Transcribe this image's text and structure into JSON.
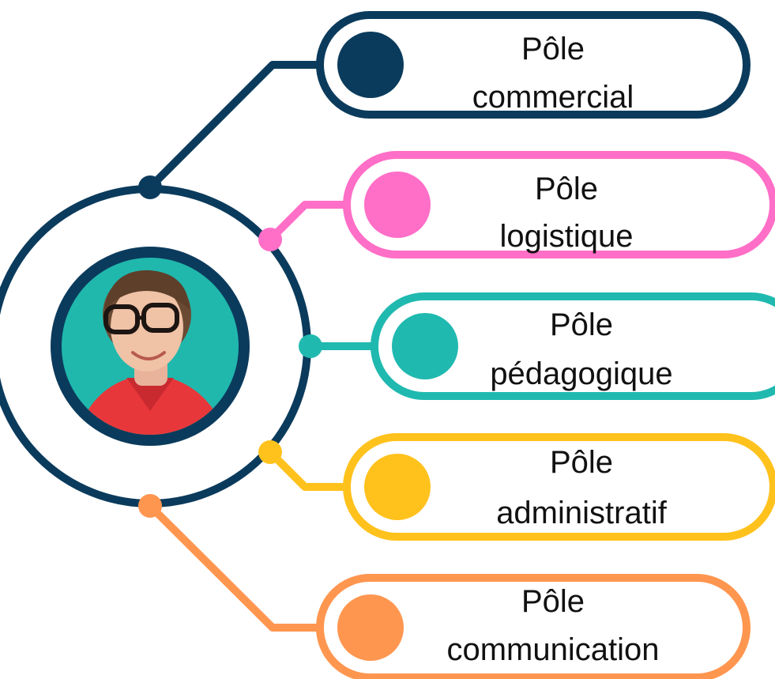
{
  "colors": {
    "navy": "#0b3b5c",
    "pink": "#ff6ec7",
    "teal": "#20b9b0",
    "yellow": "#ffc21d",
    "orange": "#ff9650",
    "photo_bg": "#20b8ad"
  },
  "center": {
    "image": "portrait-photo",
    "description_icon": "person-photo"
  },
  "poles": [
    {
      "id": "commercial",
      "line1": "Pôle",
      "line2": "commercial",
      "color": "#0b3b5c"
    },
    {
      "id": "logistique",
      "line1": "Pôle",
      "line2": "logistique",
      "color": "#ff6ec7"
    },
    {
      "id": "pedagogique",
      "line1": "Pôle",
      "line2": "pédagogique",
      "color": "#20b9b0"
    },
    {
      "id": "administratif",
      "line1": "Pôle",
      "line2": "administratif",
      "color": "#ffc21d"
    },
    {
      "id": "communication",
      "line1": "Pôle",
      "line2": "communication",
      "color": "#ff9650"
    }
  ]
}
